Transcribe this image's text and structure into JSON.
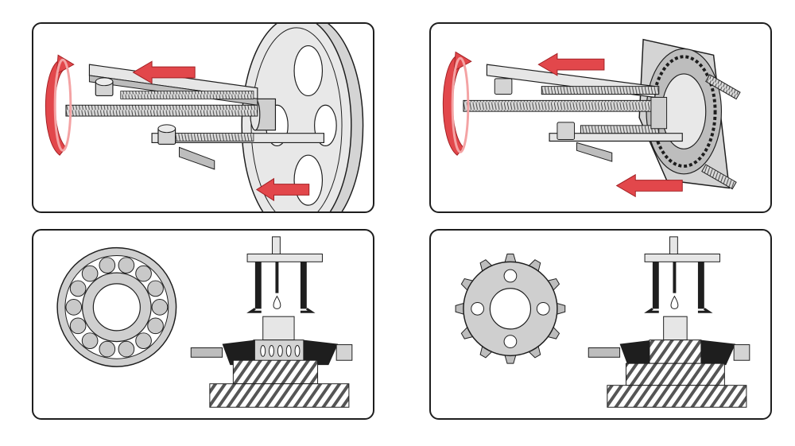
{
  "figure": {
    "panels": [
      {
        "id": "wheel-pull",
        "caption": ""
      },
      {
        "id": "gear-pull",
        "caption": ""
      },
      {
        "id": "bearing-removal",
        "caption": ""
      },
      {
        "id": "gear-removal",
        "caption": ""
      }
    ]
  },
  "colors": {
    "outline": "#1e1e1e",
    "metal_light": "#e6e6e6",
    "metal_mid": "#bdbdbd",
    "metal_dark": "#7a7a7a",
    "arrow_red": "#e2474b",
    "arrow_red_light": "#f4a3a4",
    "bearing_ball": "#c9c9c9",
    "hatch": "#555555"
  },
  "icons": [
    "rotation-arrow-icon",
    "direction-arrow-icon",
    "puller-icon",
    "bearing-icon",
    "gear-icon",
    "drop-icon"
  ]
}
